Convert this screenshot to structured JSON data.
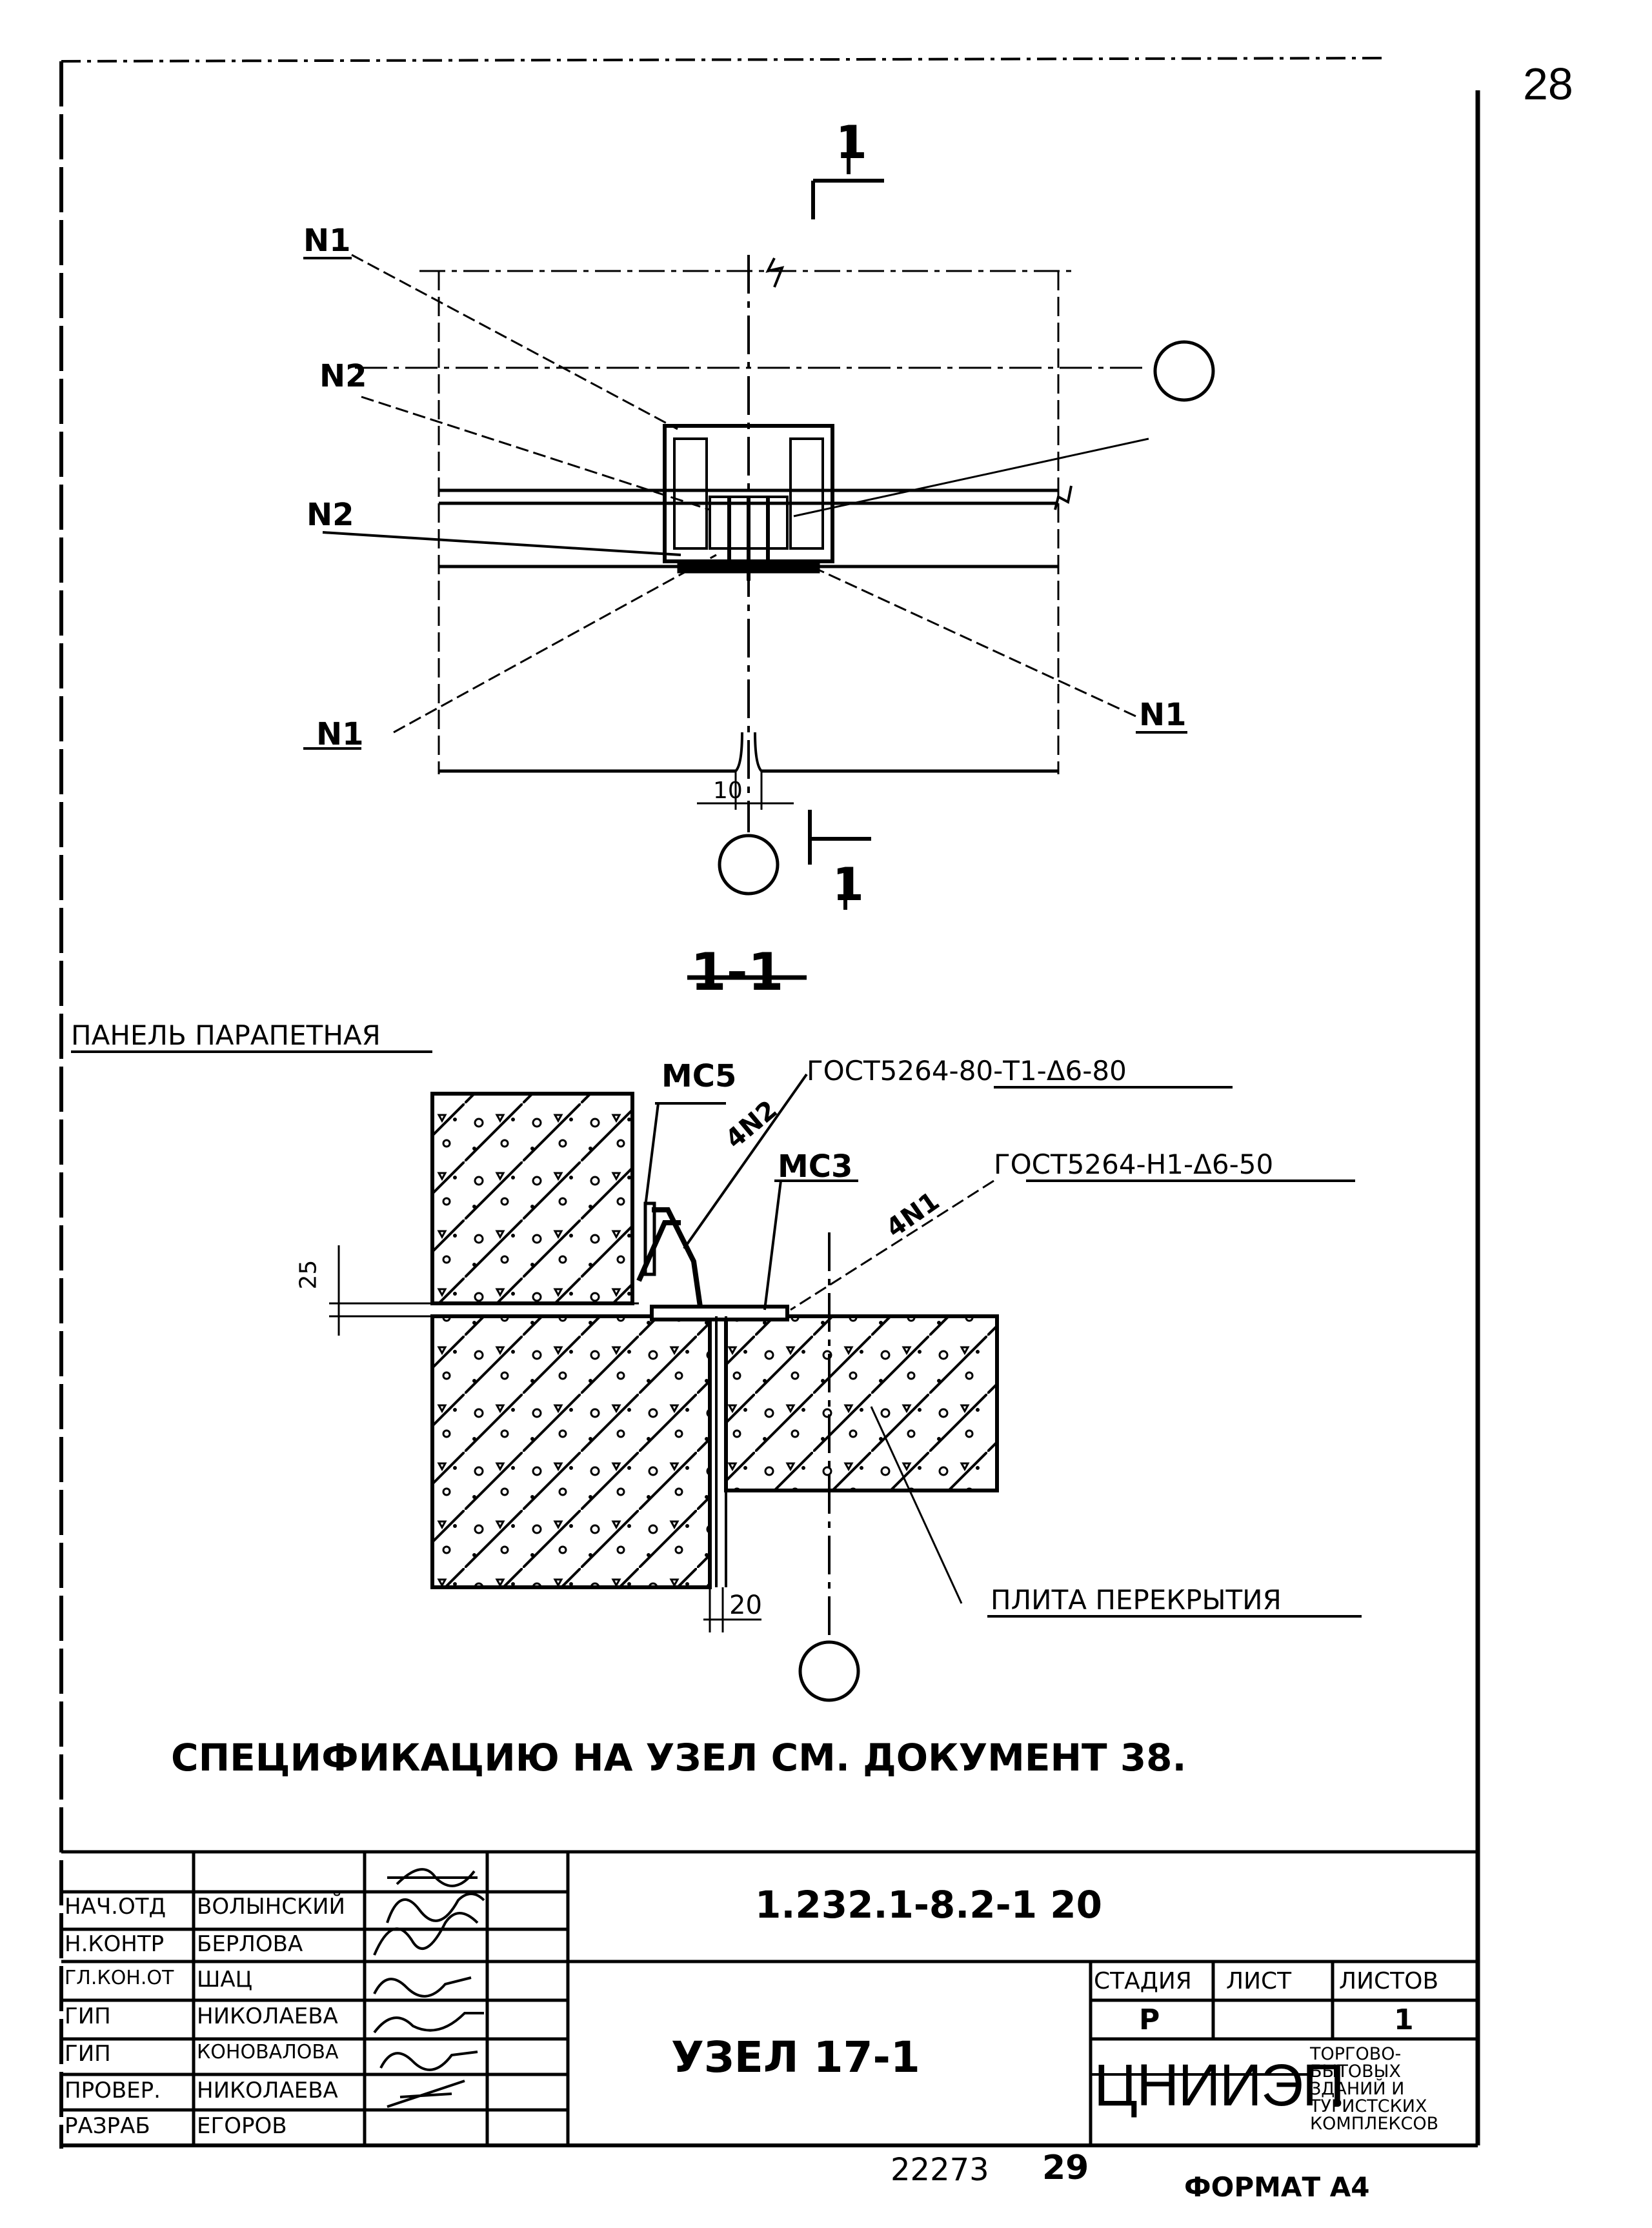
{
  "page_number": "28",
  "plan_view": {
    "section_marker_top": "1",
    "section_marker_bottom": "1",
    "labels": {
      "n1_top": "N1",
      "n2_top": "N2",
      "n2_left": "N2",
      "n1_bottom_left": "N1",
      "n1_right": "N1"
    },
    "dim_gap": "10"
  },
  "section_view": {
    "title": "1-1",
    "parapet_panel": "ПАНЕЛЬ ПАРАПЕТНАЯ",
    "mc5": "МС5",
    "callout_4n2": "4N2",
    "gost_1": "ГОСТ5264-80-Т1-Δ6-80",
    "mc3": "МС3",
    "callout_4n1": "4N1",
    "gost_2": "ГОСТ5264-Н1-Δ6-50",
    "dim_25": "25",
    "dim_20": "20",
    "floor_slab": "ПЛИТА ПЕРЕКРЫТИЯ"
  },
  "spec_note": "СПЕЦИФИКАЦИЮ НА УЗЕЛ СМ. ДОКУМЕНТ 38.",
  "title_block": {
    "doc_code": "1.232.1-8.2-1 20",
    "stamp_rows": [
      {
        "role": "НАЧ.ОТД",
        "name": "ВОЛЫНСКИЙ"
      },
      {
        "role": "Н.КОНТР",
        "name": "БЕРЛОВА"
      },
      {
        "role": "ГЛ.КОН.ОТ",
        "name": "ШАЦ"
      },
      {
        "role": "ГИП",
        "name": "НИКОЛАЕВА"
      },
      {
        "role": "ГИП",
        "name": "КОНОВАЛОВА"
      },
      {
        "role": "ПРОВЕР.",
        "name": "НИКОЛАЕВА"
      },
      {
        "role": "РАЗРАБ",
        "name": "ЕГОРОВ"
      }
    ],
    "drawing_name": "УЗЕЛ 17-1",
    "stage_header": "СТАДИЯ",
    "sheet_header": "ЛИСТ",
    "sheets_header": "ЛИСТОВ",
    "stage_value": "Р",
    "sheet_value": "",
    "sheets_value": "1",
    "org_logo": "ЦНИИЭП",
    "org_text": "ТОРГОВО-БЫТОВЫХ ЗДАНИЙ И ТУРИСТСКИХ КОМПЛЕКСОВ"
  },
  "footer": {
    "inventory": "22273",
    "page_ref": "29",
    "format": "ФОРМАТ А4"
  }
}
